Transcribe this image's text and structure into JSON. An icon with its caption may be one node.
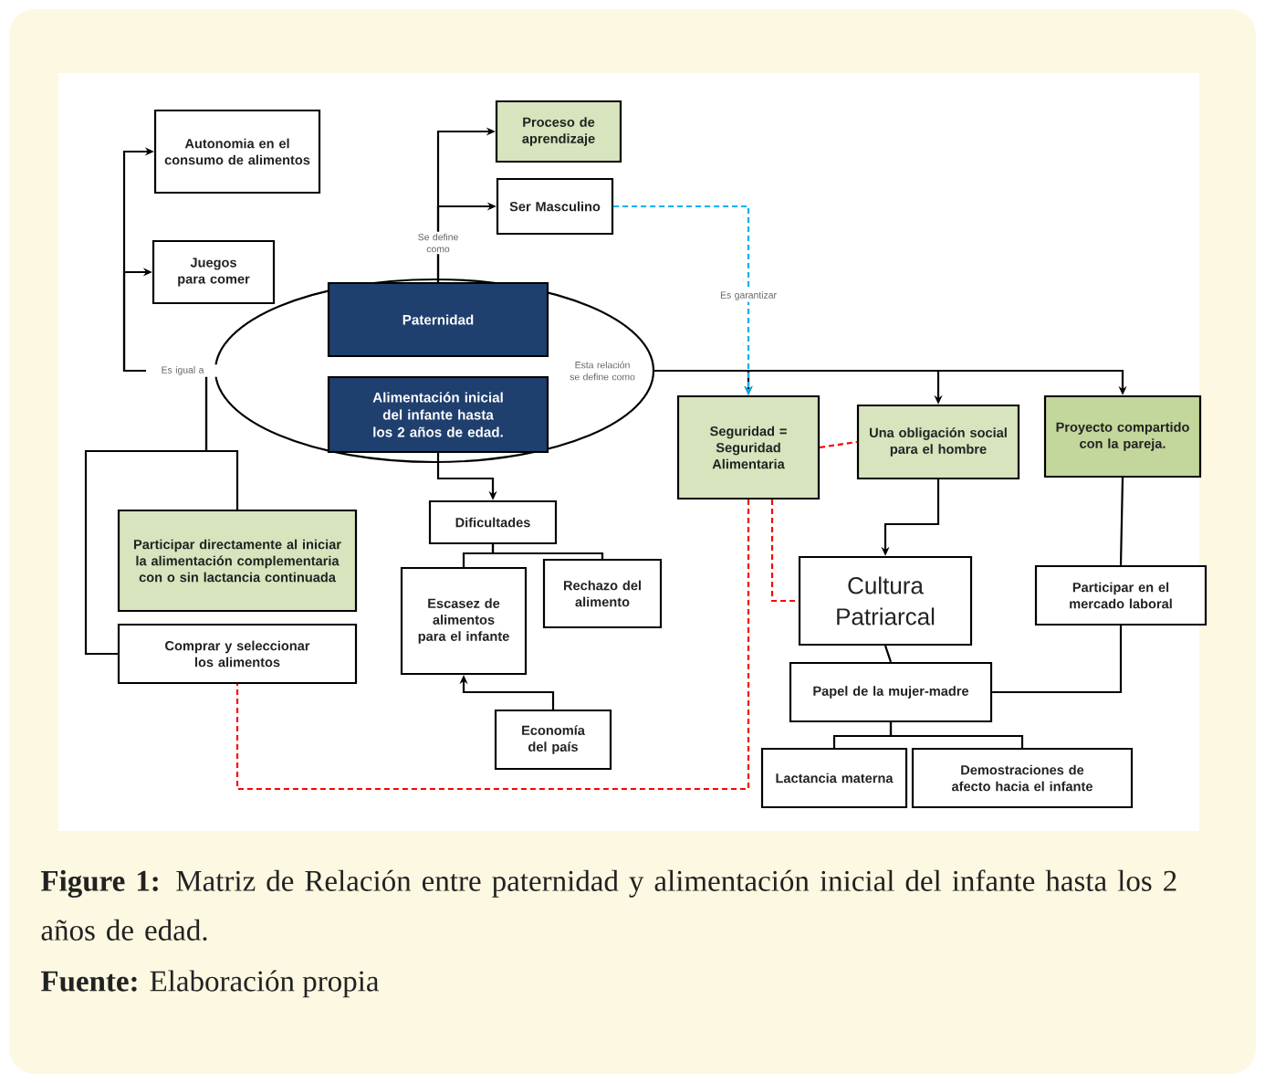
{
  "diagram": {
    "caption": "**Figure 1:** Matriz de Relación entre paternidad y alimentación inicial del infante hasta los 2 años de edad.",
    "nodes": [
      {
        "text": [],
        "shape": "ellipse"
      },
      {
        "text": [
          "Autonomia en el consumo de alimentos"
        ]
      },
      {
        "text": [
          "Juegos para comer"
        ]
      },
      {
        "text": [
          "Proceso de aprendizaje"
        ]
      },
      {
        "text": [
          "Ser Masculino"
        ]
      },
      {
        "text": [
          "Paternidad"
        ],
        "in": 0
      },
      {
        "text": [
          "Alimentación inicial del infante hasta los 2 años de edad."
        ],
        "in": 0
      },
      {
        "text": [
          "Participar directamente al iniciar la alimentación complementaria con o sin lactancia continuada"
        ]
      },
      {
        "text": [
          "Comprar y seleccionar los alimentos"
        ]
      },
      {
        "text": [
          "Dificultades"
        ]
      },
      {
        "text": [
          "Escasez de alimentos para el infante"
        ]
      },
      {
        "text": [
          "Rechazo del alimento"
        ]
      },
      {
        "text": [
          "Economía del país"
        ]
      },
      {
        "text": [
          "Seguridad = Seguridad Alimentaria"
        ]
      },
      {
        "text": [
          "Una obligación social para el hombre"
        ]
      },
      {
        "text": [
          "Proyecto compartido con la pareja."
        ]
      },
      {
        "text": [
          "Cultura Patriarcal"
        ]
      },
      {
        "text": [
          "Participar en el mercado laboral"
        ]
      },
      {
        "text": [
          "Papel de la mujer-madre"
        ]
      },
      {
        "text": [
          "Lactancia materna"
        ]
      },
      {
        "text": [
          "Demostraciones de afecto hacia el infante"
        ]
      }
    ],
    "edges": [
      {
        "from": 0,
        "to": 1,
        "arrow": "to",
        "label": "Es igual a"
      },
      {
        "from": 0,
        "to": 2,
        "arrow": "to"
      },
      {
        "from": 0,
        "to": 7,
        "arrow": "none"
      },
      {
        "from": 0,
        "to": 8,
        "arrow": "none"
      },
      {
        "from": 5,
        "to": 3,
        "arrow": "to",
        "label": "Se define como"
      },
      {
        "from": 5,
        "to": 4,
        "arrow": "to"
      },
      {
        "from": 0,
        "to": 13,
        "arrow": "to",
        "label": "Esta relación se define como"
      },
      {
        "from": 0,
        "to": 14,
        "arrow": "to"
      },
      {
        "from": 0,
        "to": 15,
        "arrow": "to"
      },
      {
        "from": 4,
        "to": 13,
        "arrow": "to",
        "label": "Es garantizar",
        "style": "dashed",
        "color": "#00b0f0"
      },
      {
        "from": 6,
        "to": 9,
        "arrow": "to"
      },
      {
        "from": 9,
        "to": 10,
        "arrow": "none"
      },
      {
        "from": 9,
        "to": 11,
        "arrow": "none"
      },
      {
        "from": 12,
        "to": 10,
        "arrow": "to"
      },
      {
        "from": 13,
        "to": 14,
        "arrow": "none",
        "style": "dashed",
        "color": "#ff0000"
      },
      {
        "from": 13,
        "to": 16,
        "arrow": "none",
        "style": "dashed",
        "color": "#ff0000"
      },
      {
        "from": 13,
        "to": 8,
        "arrow": "none",
        "style": "dashed",
        "color": "#ff0000"
      },
      {
        "from": 14,
        "to": 16,
        "arrow": "to"
      },
      {
        "from": 15,
        "to": 17,
        "arrow": "none"
      },
      {
        "from": 16,
        "to": 18,
        "arrow": "none"
      },
      {
        "from": 17,
        "to": 18,
        "arrow": "none"
      },
      {
        "from": 18,
        "to": 19,
        "arrow": "none"
      },
      {
        "from": 18,
        "to": 20,
        "arrow": "none"
      }
    ],
    "labels": [
      "**Fuente:** Elaboración propia"
    ]
  }
}
